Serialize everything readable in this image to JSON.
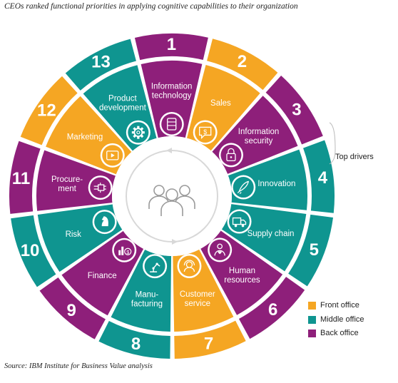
{
  "title": "CEOs ranked functional priorities in applying cognitive capabilities to their organization",
  "source": "Source: IBM Institute for Business Value analysis",
  "top_drivers_label": "Top drivers",
  "colors": {
    "front": "#F5A623",
    "middle": "#0F9590",
    "back": "#8E1F7A",
    "center_ring": "#D8D8D8",
    "icon_stroke": "#9A9A9A"
  },
  "legend": [
    {
      "label": "Front office",
      "category": "front"
    },
    {
      "label": "Middle office",
      "category": "middle"
    },
    {
      "label": "Back office",
      "category": "back"
    }
  ],
  "functions": [
    {
      "rank": "1",
      "label": "Information technology",
      "lines": [
        "Information",
        "technology"
      ],
      "category": "back",
      "icon": "server-icon"
    },
    {
      "rank": "2",
      "label": "Sales",
      "lines": [
        "Sales"
      ],
      "category": "front",
      "icon": "speech-dollar-icon"
    },
    {
      "rank": "3",
      "label": "Information security",
      "lines": [
        "Information",
        "security"
      ],
      "category": "back",
      "icon": "padlock-icon"
    },
    {
      "rank": "4",
      "label": "Innovation",
      "lines": [
        "Innovation"
      ],
      "category": "middle",
      "icon": "rocket-icon"
    },
    {
      "rank": "5",
      "label": "Supply chain",
      "lines": [
        "Supply chain"
      ],
      "category": "middle",
      "icon": "truck-icon"
    },
    {
      "rank": "6",
      "label": "Human resources",
      "lines": [
        "Human",
        "resources"
      ],
      "category": "back",
      "icon": "person-heart-icon"
    },
    {
      "rank": "7",
      "label": "Customer service",
      "lines": [
        "Customer",
        "service"
      ],
      "category": "front",
      "icon": "headset-icon"
    },
    {
      "rank": "8",
      "label": "Manufacturing",
      "lines": [
        "Manu-",
        "facturing"
      ],
      "category": "middle",
      "icon": "robot-arm-icon"
    },
    {
      "rank": "9",
      "label": "Finance",
      "lines": [
        "Finance"
      ],
      "category": "back",
      "icon": "bar-chart-dollar-icon"
    },
    {
      "rank": "10",
      "label": "Risk",
      "lines": [
        "Risk"
      ],
      "category": "middle",
      "icon": "chess-knight-icon"
    },
    {
      "rank": "11",
      "label": "Procurement",
      "lines": [
        "Procure-",
        "ment"
      ],
      "category": "back",
      "icon": "circuit-hand-icon"
    },
    {
      "rank": "12",
      "label": "Marketing",
      "lines": [
        "Marketing"
      ],
      "category": "front",
      "icon": "video-play-icon"
    },
    {
      "rank": "13",
      "label": "Product development",
      "lines": [
        "Product",
        "development"
      ],
      "category": "middle",
      "icon": "gear-icon"
    }
  ]
}
